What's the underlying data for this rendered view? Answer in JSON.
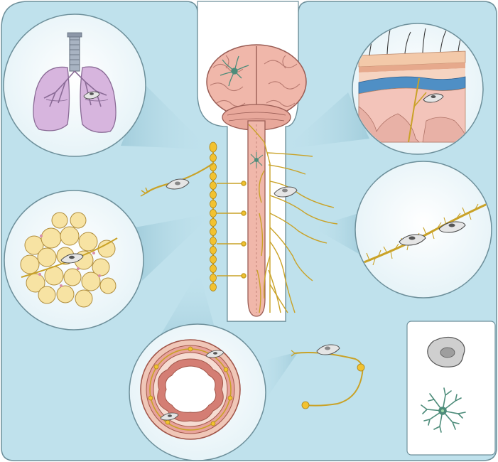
{
  "colors": {
    "panel_fill": "#bfe1ec",
    "panel_stroke": "#6d8f9a",
    "cutout_fill": "#ffffff",
    "nerve": "#c9a227",
    "nerve_node": "#f2c230",
    "brain": "#f0b7aa",
    "brain_stroke": "#9a5d55",
    "lung": "#d7b5de",
    "lung_stroke": "#8a6b96",
    "fat_cell": "#f7e3a3",
    "glia_green": "#4d8c7a",
    "schwann": "#d9d9d9"
  },
  "diagram": {
    "circles": [
      "lung-organ-inset",
      "skin-hair-inset",
      "adipose-tissue-inset",
      "myelinated-nerve-inset",
      "gut-wall-inset"
    ],
    "legend": [
      "satellite-cell-glyph",
      "astrocyte-glyph"
    ]
  }
}
